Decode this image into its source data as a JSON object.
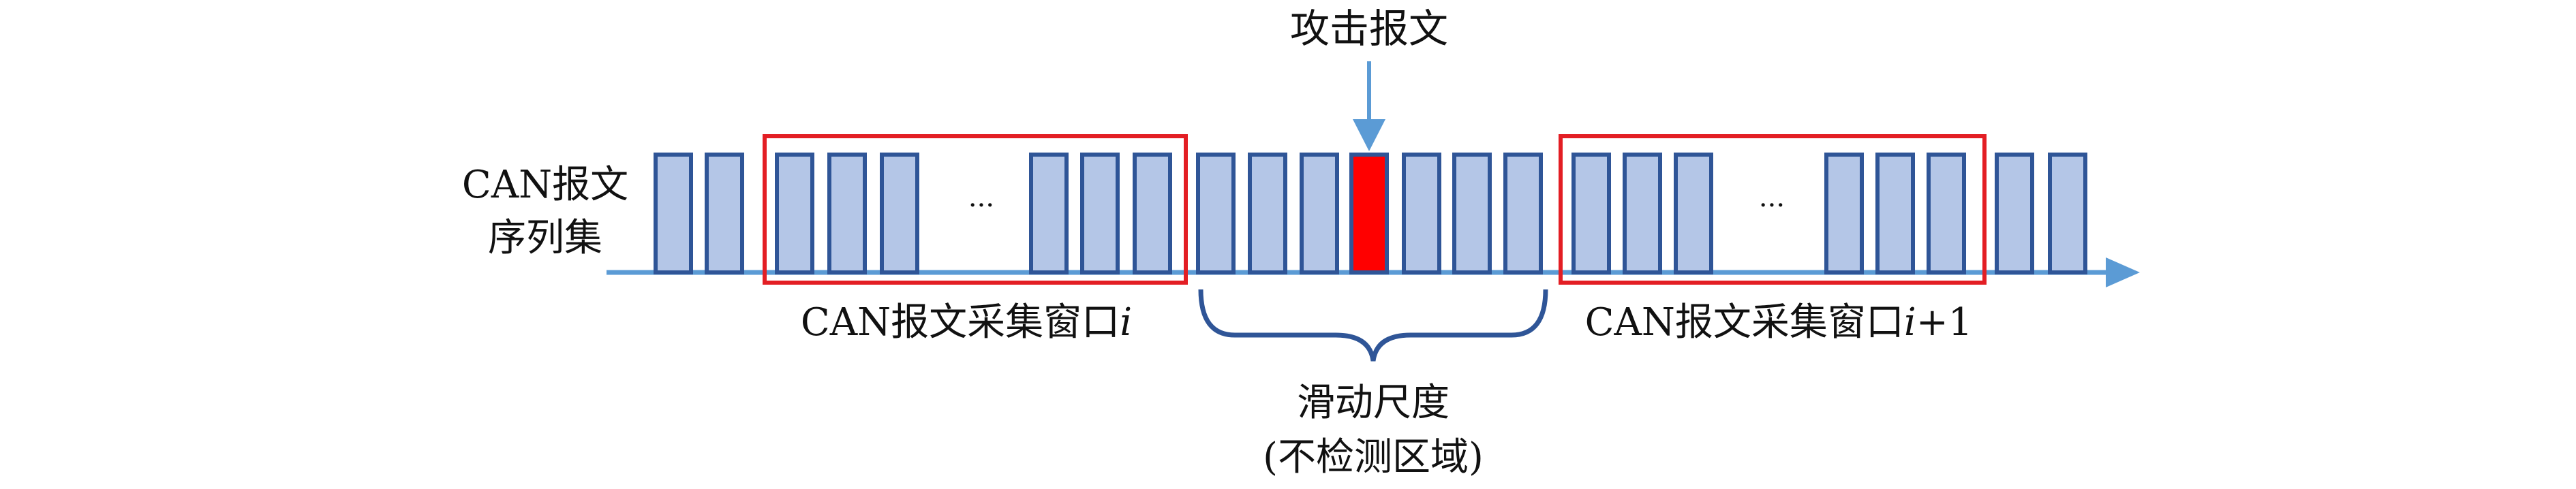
{
  "diagram": {
    "attack_label": "攻击报文",
    "sequence_label_line1": "CAN报文",
    "sequence_label_line2": "序列集",
    "window_i_label": "CAN报文采集窗口",
    "window_i_var": "i",
    "window_i1_label": "CAN报文采集窗口",
    "window_i1_var": "i",
    "window_i1_suffix": "+1",
    "ellipsis": "···",
    "slide_label_line1": "滑动尺度",
    "slide_label_line2": "(不检测区域)",
    "colors": {
      "message_fill": "#b4c6e7",
      "message_border": "#2f5597",
      "attack_fill": "#ff0000",
      "window_border": "#e31e24",
      "axis": "#5b9bd5",
      "brace": "#2f5597"
    }
  }
}
